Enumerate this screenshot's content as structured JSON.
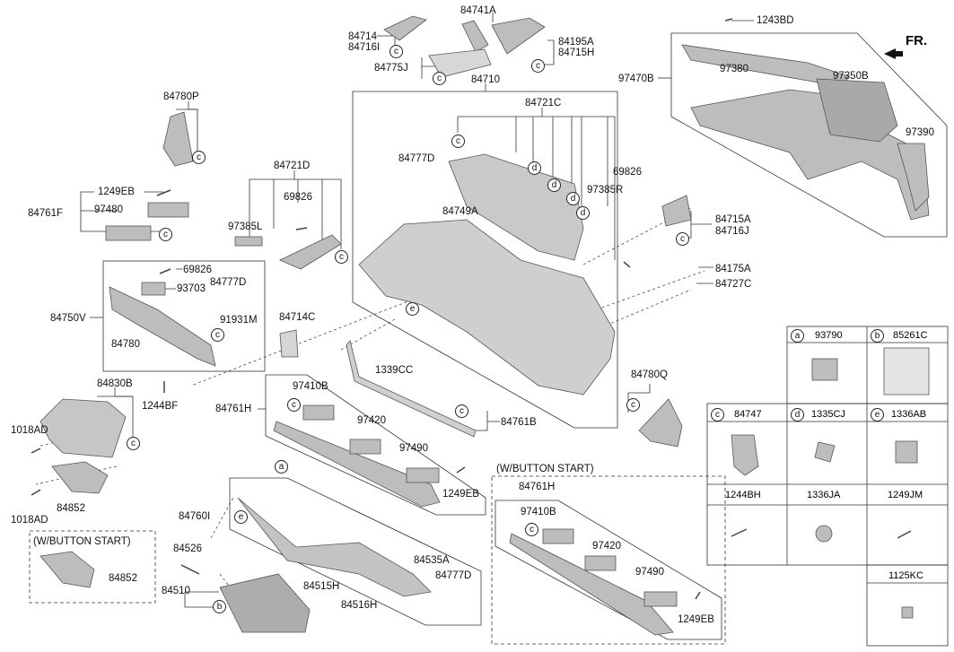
{
  "labels": {
    "l84741A": "84741A",
    "l84714": "84714",
    "l84716I": "84716I",
    "l84775J": "84775J",
    "l84195A": "84195A",
    "l84715H": "84715H",
    "l1243BD": "1243BD",
    "lFR": "FR.",
    "l97470B": "97470B",
    "l97380": "97380",
    "l97350B": "97350B",
    "l97390": "97390",
    "l84710": "84710",
    "l84721C": "84721C",
    "l84780P": "84780P",
    "l84721D": "84721D",
    "l69826a": "69826",
    "l69826b": "69826",
    "l69826c": "69826",
    "l97385L": "97385L",
    "l97385R": "97385R",
    "l84777Da": "84777D",
    "l84777Db": "84777D",
    "l84777Dc": "84777D",
    "l84749A": "84749A",
    "l1249EBa": "1249EB",
    "l1249EBb": "1249EB",
    "l1249EBc": "1249EB",
    "l97480": "97480",
    "l84761F": "84761F",
    "l84715A": "84715A",
    "l84716J": "84716J",
    "l84175A": "84175A",
    "l84727C": "84727C",
    "l93703": "93703",
    "l84750V": "84750V",
    "l91931M": "91931M",
    "l84780": "84780",
    "l84714C": "84714C",
    "l1339CC": "1339CC",
    "l1244BF": "1244BF",
    "l84830B": "84830B",
    "l97410Ba": "97410B",
    "l97410Bb": "97410B",
    "l84761Ha": "84761H",
    "l84761Hb": "84761H",
    "l97420a": "97420",
    "l97420b": "97420",
    "l97490a": "97490",
    "l97490b": "97490",
    "l84761B": "84761B",
    "l84780Q": "84780Q",
    "l1018ADa": "1018AD",
    "l1018ADb": "1018AD",
    "l84852a": "84852",
    "l84852b": "84852",
    "lWBS1": "(W/BUTTON START)",
    "lWBS2": "(W/BUTTON START)",
    "l84760I": "84760I",
    "l84526": "84526",
    "l84535A": "84535A",
    "l84515H": "84515H",
    "l84516H": "84516H",
    "l84510": "84510"
  },
  "callouts": {
    "a": "a",
    "b": "b",
    "c": "c",
    "d": "d",
    "e": "e"
  },
  "legend": {
    "a_letter": "a",
    "a_part": "93790",
    "b_letter": "b",
    "b_part": "85261C",
    "c_letter": "c",
    "c_part": "84747",
    "d_letter": "d",
    "d_part": "1335CJ",
    "e_letter": "e",
    "e_part": "1336AB",
    "p1244BH": "1244BH",
    "p1336JA": "1336JA",
    "p1249JM": "1249JM",
    "p1125KC": "1125KC"
  }
}
